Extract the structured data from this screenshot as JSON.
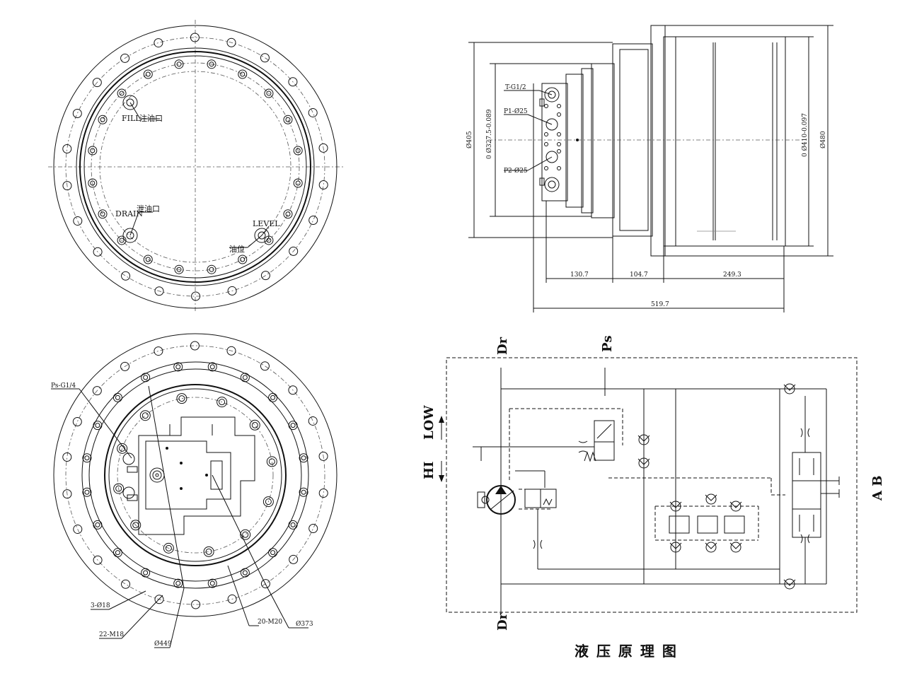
{
  "labels": {
    "fill_en": "FILL",
    "fill_cn": "注油口",
    "drain_en": "DRAIN",
    "drain_cn": "泄油口",
    "level_en": "LEVEL",
    "level_cn": "油位",
    "port_t": "T-G1/2",
    "port_p1": "P1-Ø25",
    "port_p2": "P2-Ø25",
    "port_ps": "Ps-G1/4",
    "dia_405": "Ø405",
    "dia_3275": "0\nØ327.5-0.089",
    "dia_410": "0\nØ410-0.097",
    "dia_480": "Ø480",
    "dim_1307": "130.7",
    "dim_1047": "104.7",
    "dim_2493": "249.3",
    "dim_5197": "519.7",
    "holes_3": "3-Ø18",
    "holes_22": "22-M18",
    "holes_20": "20-M20",
    "dia_373": "Ø373",
    "dia_449": "Ø449",
    "hyd_dr_top": "Dr",
    "hyd_ps": "Ps",
    "hyd_low": "LOW",
    "hyd_hi": "HI",
    "hyd_dr_bottom": "Dr",
    "hyd_ab": "A  B",
    "hyd_title": "液 压 原 理 图"
  }
}
